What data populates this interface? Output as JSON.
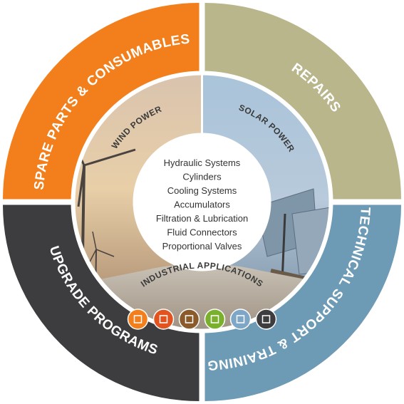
{
  "ring_segments": [
    {
      "label": "SPARE PARTS & CONSUMABLES",
      "color": "#f27f1b"
    },
    {
      "label": "REPAIRS",
      "color": "#b9b68c"
    },
    {
      "label": "TECHNICAL SUPPORT & TRAINING",
      "color": "#6d9ab5"
    },
    {
      "label": "UPGRADE PROGRAMS",
      "color": "#3d3d3f"
    }
  ],
  "sectors": [
    {
      "label": "WIND POWER"
    },
    {
      "label": "SOLAR POWER"
    },
    {
      "label": "INDUSTRIAL APPLICATIONS"
    }
  ],
  "center_items": [
    "Hydraulic Systems",
    "Cylinders",
    "Cooling Systems",
    "Accumulators",
    "Filtration & Lubrication",
    "Fluid Connectors",
    "Proportional Valves"
  ],
  "industry_icons": [
    {
      "icon": "crane-hook-icon",
      "color": "#f27f1b"
    },
    {
      "icon": "factory-icon",
      "color": "#e2541f"
    },
    {
      "icon": "mining-icon",
      "color": "#8a5a2b"
    },
    {
      "icon": "hook-icon",
      "color": "#7bb02c"
    },
    {
      "icon": "ship-icon",
      "color": "#7ea7c7"
    },
    {
      "icon": "plant-icon",
      "color": "#3d3d3f"
    }
  ]
}
